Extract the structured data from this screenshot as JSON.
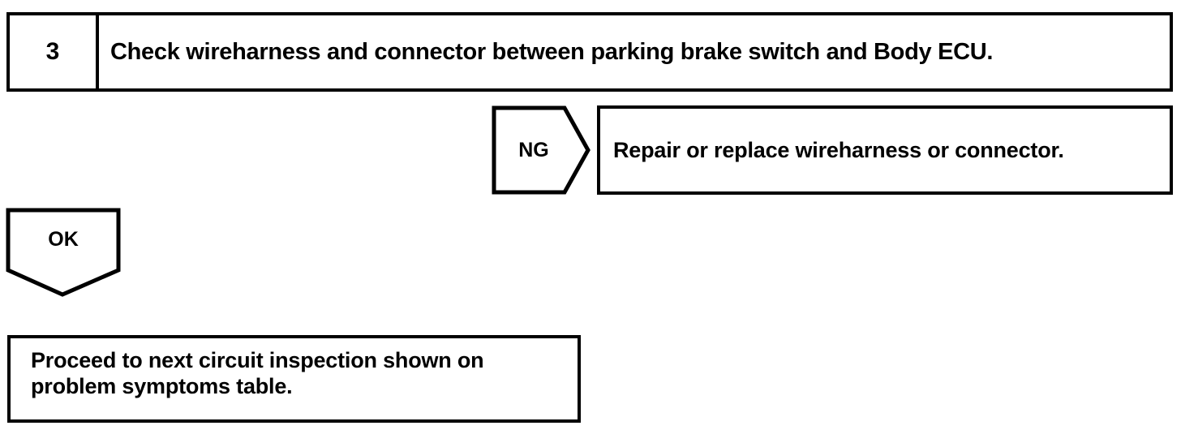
{
  "diagram": {
    "type": "troubleshooting-flowchart",
    "colors": {
      "line": "#000000",
      "background": "#ffffff",
      "text": "#000000"
    },
    "step": {
      "number": "3",
      "instruction": "Check wireharness and connector between parking brake switch and Body ECU."
    },
    "branches": {
      "ng": {
        "label": "NG",
        "shape": "pentagon-right",
        "result": "Repair or replace wireharness or connector."
      },
      "ok": {
        "label": "OK",
        "shape": "pentagon-down",
        "result": "Proceed to next circuit inspection shown on\nproblem symptoms table."
      }
    }
  }
}
